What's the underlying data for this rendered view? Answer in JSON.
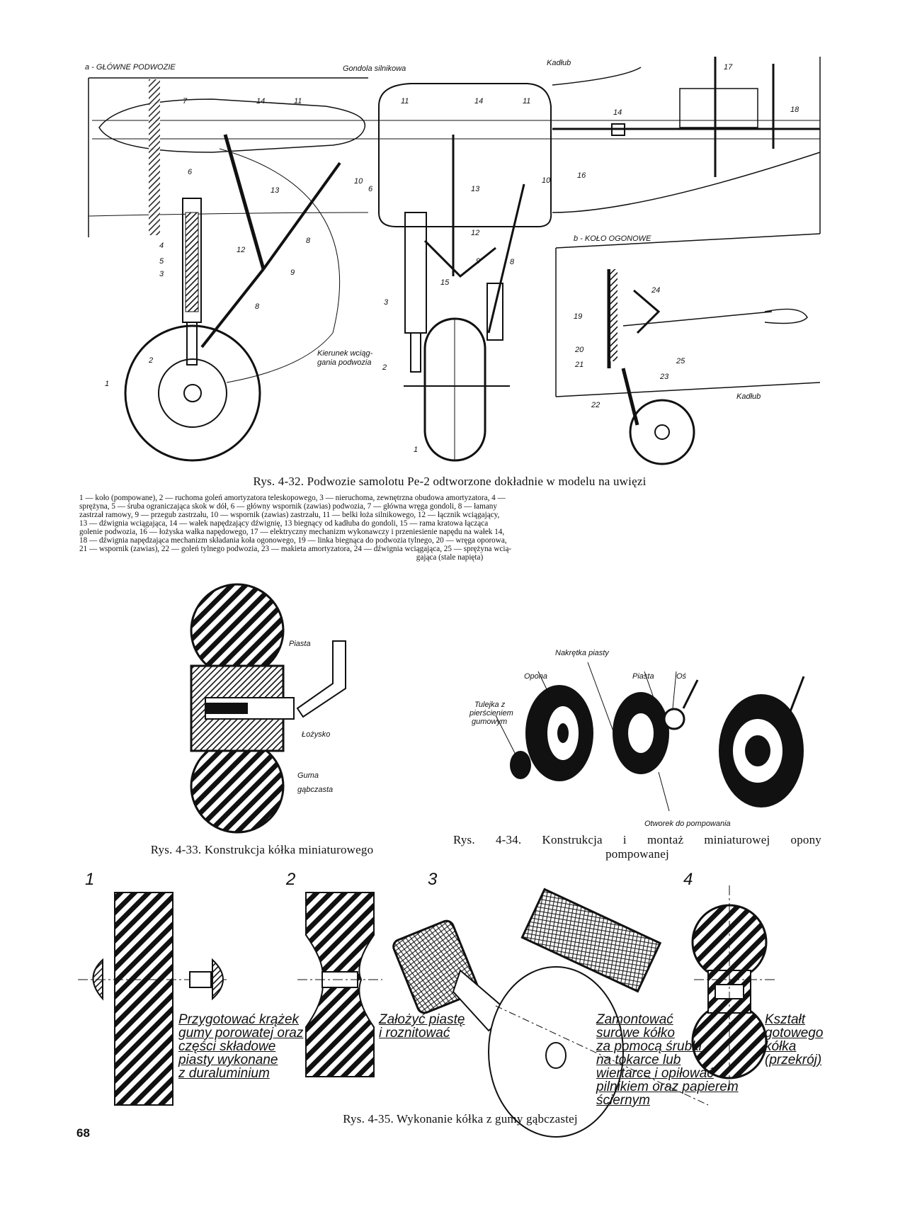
{
  "fig432": {
    "label_a": "a - GŁÓWNE PODWOZIE",
    "label_b": "b - KOŁO OGONOWE",
    "label_gondola": "Gondola silnikowa",
    "label_kadlub_top": "Kadłub",
    "label_kadlub_tail": "Kadłub",
    "label_kierunek": [
      "Kierunek wciąg-",
      "gania podwozia"
    ],
    "numbers": [
      "1",
      "2",
      "3",
      "4",
      "5",
      "6",
      "7",
      "8",
      "9",
      "10",
      "11",
      "12",
      "13",
      "14",
      "15",
      "16",
      "17",
      "18",
      "19",
      "20",
      "21",
      "22",
      "23",
      "24",
      "25"
    ],
    "caption": "Rys. 4-32. Podwozie samolotu Pe-2 odtworzone dokładnie w modelu na uwięzi",
    "legend": [
      "1 — koło (pompowane), 2 — ruchoma goleń amortyzatora teleskopowego, 3 — nieruchoma, zewnętrzna obudowa amortyzatora, 4 —",
      "sprężyna, 5 — śruba ograniczająca skok w dół, 6 — główny wspornik (zawias) podwozia, 7 — główna wręga gondoli, 8 — łamany",
      "zastrzał ramowy, 9 — przegub zastrzału, 10 — wspornik (zawias) zastrzału, 11 — belki łoża silnikowego, 12 — łącznik wciągający,",
      "13 — dźwignia wciągająca, 14 — wałek napędzający dźwignię, 13 biegnący od kadłuba do gondoli, 15 — rama kratowa łącząca",
      "golenie podwozia, 16 — łożyska wałka napędowego, 17 — elektryczny mechanizm wykonawczy i przeniesienie napędu na wałek 14,",
      "18 — dźwignia napędzająca mechanizm składania koła ogonowego, 19 — linka biegnąca do podwozia tylnego, 20 — wręga oporowa,",
      "21 — wspornik (zawias), 22 — goleń tylnego podwozia, 23 — makieta amortyzatora, 24 — dźwignia wciągająca, 25 — sprężyna wcią-",
      "gająca (stale napięta)"
    ]
  },
  "fig433": {
    "labels": {
      "piasta": "Piasta",
      "lozysko": "Łożysko",
      "guma1": "Guma",
      "guma2": "gąbczasta"
    },
    "caption": "Rys. 4-33. Konstrukcja kółka miniaturowego"
  },
  "fig434": {
    "labels": {
      "nakretka": "Nakrętka piasty",
      "opona": "Opona",
      "piasta": "Piasta",
      "os": "Oś",
      "tulejka": [
        "Tulejka z",
        "pierścieniem",
        "gumowym"
      ],
      "otworek": "Otworek do pompowania"
    },
    "caption_line1": "Rys. 4-34. Konstrukcja i montaż miniaturowej opony",
    "caption_line2": "pompowanej"
  },
  "fig435": {
    "steps": [
      "1",
      "2",
      "3",
      "4"
    ],
    "instr1": [
      "Przygotować krążek",
      "gumy porowatej oraz",
      "części składowe",
      "piasty wykonane",
      "z duraluminium"
    ],
    "instr2": [
      "Założyć piastę",
      "i roznitować"
    ],
    "instr3": [
      "Zamontować",
      "surowe kółko",
      "za pomocą śrubki",
      "na tokarce lub",
      "wiertarce i opiłować",
      "pilnikiem oraz papierem",
      "ściernym"
    ],
    "instr4": [
      "Kształt",
      "gotowego",
      "kółka",
      "(przekrój)"
    ],
    "caption": "Rys. 4-35. Wykonanie kółka z gumy gąbczastej"
  },
  "page_number": "68"
}
